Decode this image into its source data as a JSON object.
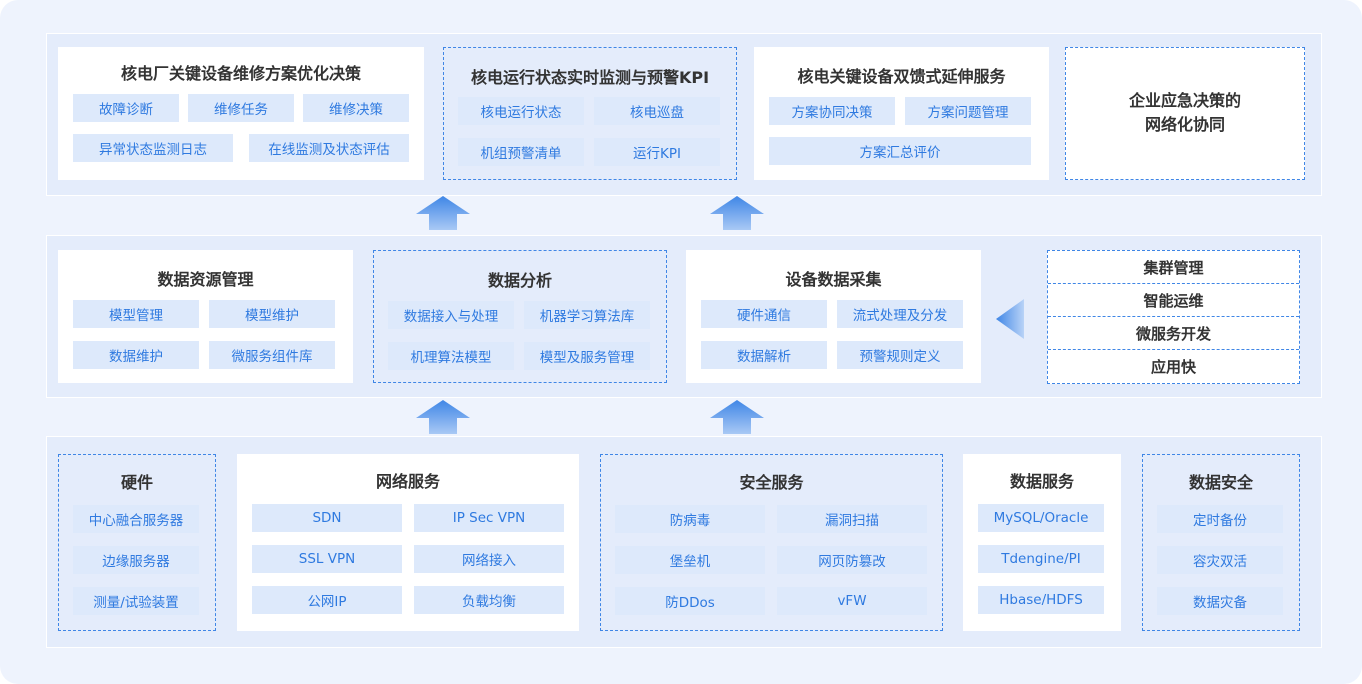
{
  "top": {
    "p1": {
      "title": "核电厂关键设备维修方案优化决策",
      "chips": [
        "故障诊断",
        "维修任务",
        "维修决策",
        "异常状态监测日志",
        "在线监测及状态评估"
      ]
    },
    "p2": {
      "title": "核电运行状态实时监测与预警KPI",
      "chips": [
        "核电运行状态",
        "核电巡盘",
        "机组预警清单",
        "运行KPI"
      ]
    },
    "p3": {
      "title": "核电关键设备双馈式延伸服务",
      "chips": [
        "方案协同决策",
        "方案问题管理",
        "方案汇总评价"
      ]
    },
    "p4": {
      "line1": "企业应急决策的",
      "line2": "网络化协同"
    }
  },
  "middle": {
    "p1": {
      "title": "数据资源管理",
      "chips": [
        "模型管理",
        "模型维护",
        "数据维护",
        "微服务组件库"
      ]
    },
    "p2": {
      "title": "数据分析",
      "chips": [
        "数据接入与处理",
        "机器学习算法库",
        "机理算法模型",
        "模型及服务管理"
      ]
    },
    "p3": {
      "title": "设备数据采集",
      "chips": [
        "硬件通信",
        "流式处理及分发",
        "数据解析",
        "预警规则定义"
      ]
    },
    "side": [
      "集群管理",
      "智能运维",
      "微服务开发",
      "应用快"
    ]
  },
  "bottom": {
    "p1": {
      "title": "硬件",
      "chips": [
        "中心融合服务器",
        "边缘服务器",
        "测量/试验装置"
      ]
    },
    "p2": {
      "title": "网络服务",
      "chips": [
        "SDN",
        "IP Sec VPN",
        "SSL VPN",
        "网络接入",
        "公网IP",
        "负载均衡"
      ]
    },
    "p3": {
      "title": "安全服务",
      "chips": [
        "防病毒",
        "漏洞扫描",
        "堡垒机",
        "网页防篡改",
        "防DDos",
        "vFW"
      ]
    },
    "p4": {
      "title": "数据服务",
      "chips": [
        "MySQL/Oracle",
        "Tdengine/PI",
        "Hbase/HDFS"
      ]
    },
    "p5": {
      "title": "数据安全",
      "chips": [
        "定时备份",
        "容灾双活",
        "数据灾备"
      ]
    }
  },
  "colors": {
    "accent": "#3f86e6",
    "chip_bg": "#dde9fb",
    "chip_text": "#2f7ae0",
    "layer_bg": "#e4ecfb"
  }
}
